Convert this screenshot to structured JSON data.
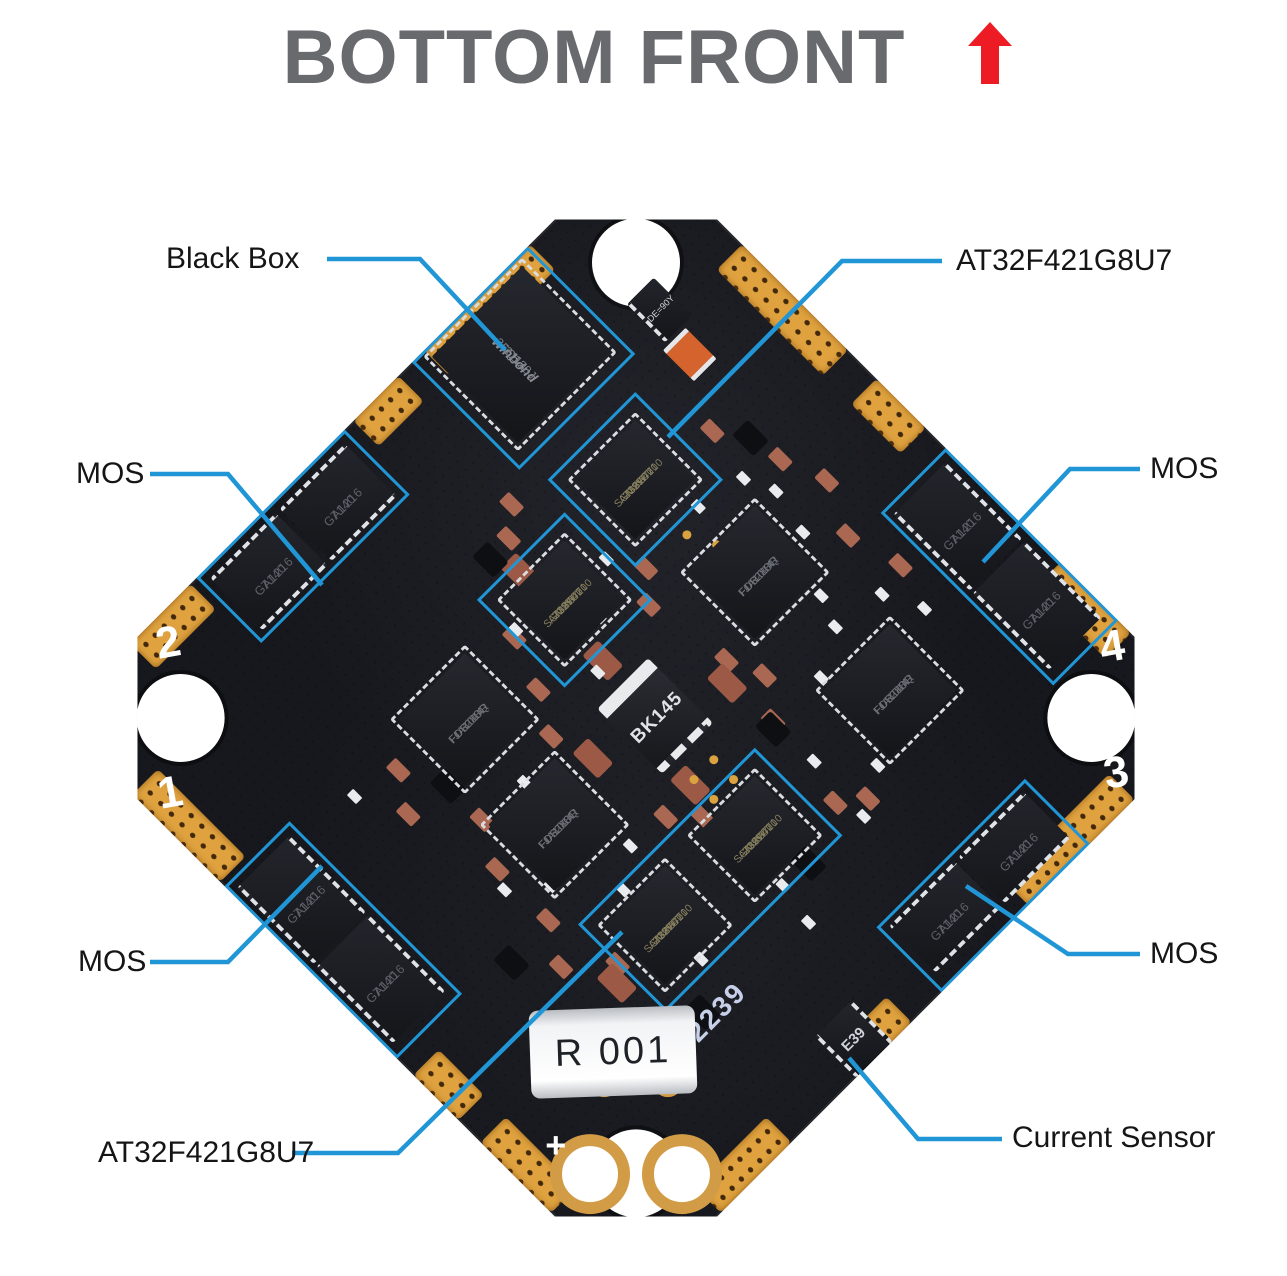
{
  "title": {
    "text": "BOTTOM FRONT",
    "arrow_symbol": "↑"
  },
  "colors": {
    "callout_line": "#2196d6",
    "title_gray": "#696a6e",
    "arrow_red": "#ed1c24",
    "board_dark": "#17181d",
    "gold_pad": "#dfa23f"
  },
  "callouts": [
    {
      "label": "Black Box",
      "target": "blackbox-flash-chip"
    },
    {
      "label": "AT32F421G8U7",
      "target": "mcu-top"
    },
    {
      "label": "MOS",
      "target": "mos-group-upper-left"
    },
    {
      "label": "MOS",
      "target": "mos-group-upper-right"
    },
    {
      "label": "MOS",
      "target": "mos-group-lower-left"
    },
    {
      "label": "MOS",
      "target": "mos-group-lower-right"
    },
    {
      "label": "AT32F421G8U7",
      "target": "mcu-bottom"
    },
    {
      "label": "Current Sensor",
      "target": "current-sensor-chip"
    }
  ],
  "board": {
    "corner_numbers": {
      "left_top": "2",
      "left_bottom": "1",
      "right_top": "4",
      "right_bottom": "3"
    },
    "battery_polarity": "+",
    "silkscreen_batch": "2239",
    "chips": {
      "flash_lines": [
        "winbond",
        "25Q128J",
        "2114"
      ],
      "mcu_lines": [
        "AT32F421",
        "G8U7",
        "SGM9W-000",
        "2129CT"
      ],
      "driver_lines": [
        "FORTIOR",
        "FD6288Q",
        "JA1014"
      ],
      "mos_lines": [
        "7140",
        "GA1216"
      ],
      "regulator": "BK145",
      "shunt_resistor": "R 001",
      "current_sensor": "E39",
      "small_chip_top": "DE=90Y"
    }
  }
}
